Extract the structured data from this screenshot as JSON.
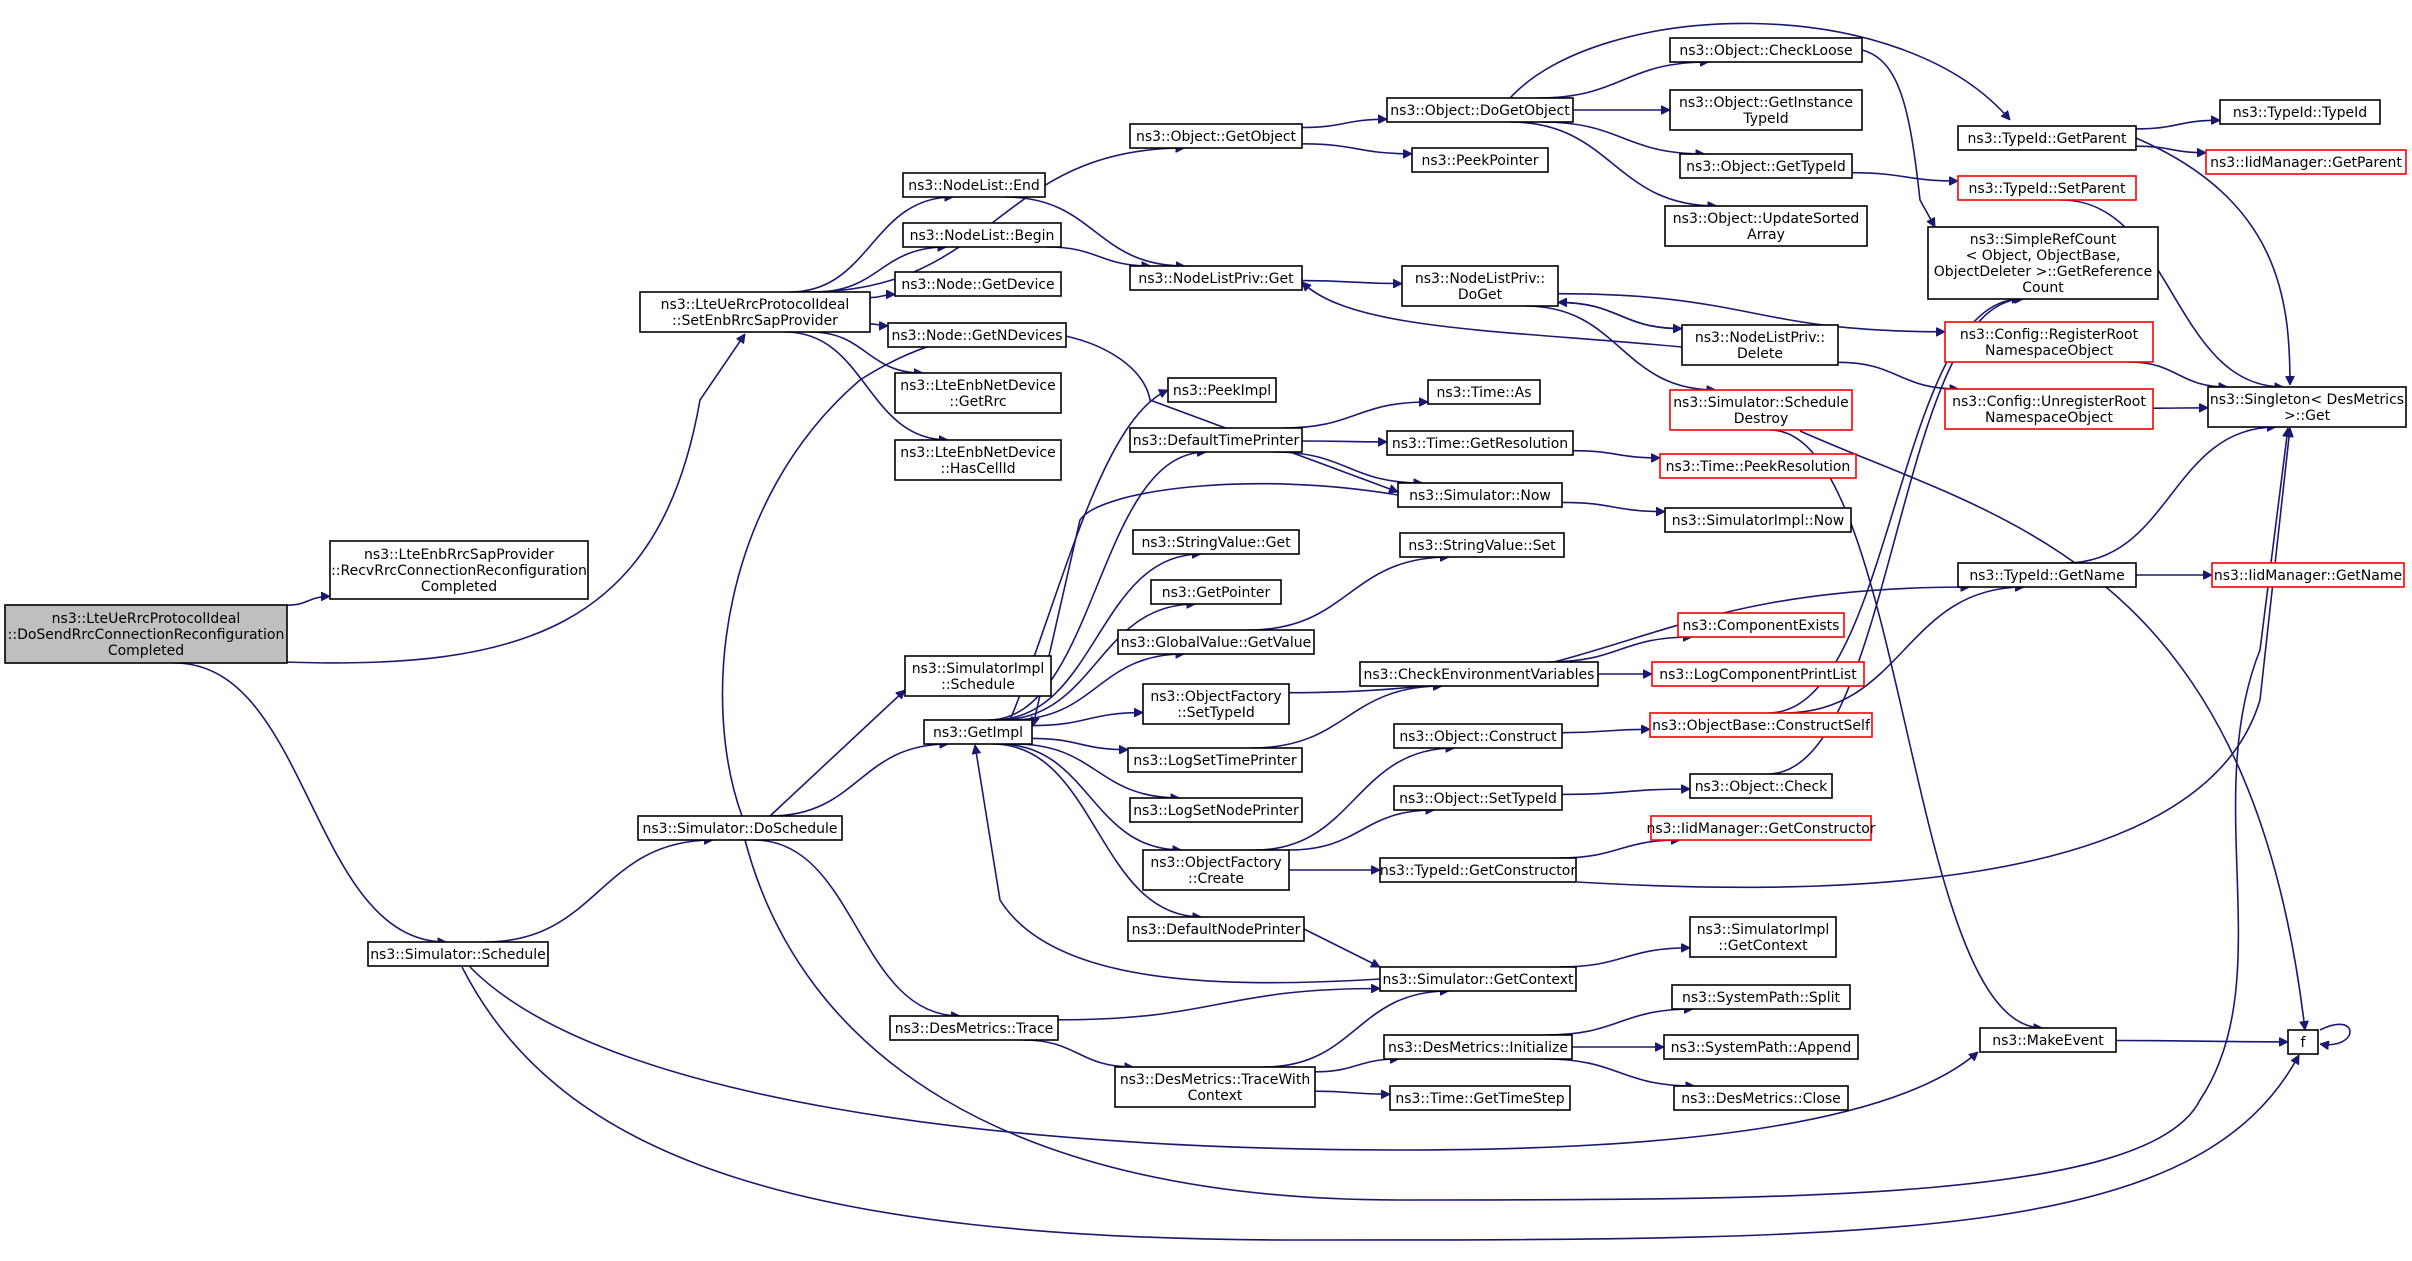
{
  "colors": {
    "edge": "#191970",
    "red_border": "#ff0000",
    "root_fill": "#bfbfbf"
  },
  "nodes": [
    {
      "id": "root",
      "lines": [
        "ns3::LteUeRrcProtocolIdeal",
        "::DoSendRrcConnectionReconfiguration",
        "Completed"
      ],
      "style": "root"
    },
    {
      "id": "recv",
      "lines": [
        "ns3::LteEnbRrcSapProvider",
        "::RecvRrcConnectionReconfiguration",
        "Completed"
      ]
    },
    {
      "id": "setEnb",
      "lines": [
        "ns3::LteUeRrcProtocolIdeal",
        "::SetEnbRrcSapProvider"
      ]
    },
    {
      "id": "schedule",
      "lines": [
        "ns3::Simulator::Schedule"
      ]
    },
    {
      "id": "doschedule",
      "lines": [
        "ns3::Simulator::DoSchedule"
      ]
    },
    {
      "id": "getobject",
      "lines": [
        "ns3::Object::GetObject"
      ]
    },
    {
      "id": "nl_end",
      "lines": [
        "ns3::NodeList::End"
      ]
    },
    {
      "id": "nl_begin",
      "lines": [
        "ns3::NodeList::Begin"
      ]
    },
    {
      "id": "node_getdevice",
      "lines": [
        "ns3::Node::GetDevice"
      ]
    },
    {
      "id": "node_getndev",
      "lines": [
        "ns3::Node::GetNDevices"
      ]
    },
    {
      "id": "lte_getrrc",
      "lines": [
        "ns3::LteEnbNetDevice",
        "::GetRrc"
      ]
    },
    {
      "id": "lte_hascell",
      "lines": [
        "ns3::LteEnbNetDevice",
        "::HasCellId"
      ]
    },
    {
      "id": "simimpl_schedule",
      "lines": [
        "ns3::SimulatorImpl",
        "::Schedule"
      ]
    },
    {
      "id": "getimpl",
      "lines": [
        "ns3::GetImpl"
      ]
    },
    {
      "id": "desm_trace",
      "lines": [
        "ns3::DesMetrics::Trace"
      ]
    },
    {
      "id": "doget_object",
      "lines": [
        "ns3::Object::DoGetObject"
      ]
    },
    {
      "id": "peekpointer",
      "lines": [
        "ns3::PeekPointer"
      ]
    },
    {
      "id": "nlp_get",
      "lines": [
        "ns3::NodeListPriv::Get"
      ]
    },
    {
      "id": "peekimpl",
      "lines": [
        "ns3::PeekImpl"
      ]
    },
    {
      "id": "deftimeprinter",
      "lines": [
        "ns3::DefaultTimePrinter"
      ]
    },
    {
      "id": "strval_get",
      "lines": [
        "ns3::StringValue::Get"
      ]
    },
    {
      "id": "getpointer",
      "lines": [
        "ns3::GetPointer"
      ]
    },
    {
      "id": "gv_getvalue",
      "lines": [
        "ns3::GlobalValue::GetValue"
      ]
    },
    {
      "id": "of_settypeid",
      "lines": [
        "ns3::ObjectFactory",
        "::SetTypeId"
      ]
    },
    {
      "id": "logsettime",
      "lines": [
        "ns3::LogSetTimePrinter"
      ]
    },
    {
      "id": "logsetnode",
      "lines": [
        "ns3::LogSetNodePrinter"
      ]
    },
    {
      "id": "of_create",
      "lines": [
        "ns3::ObjectFactory",
        "::Create"
      ]
    },
    {
      "id": "defnodeprinter",
      "lines": [
        "ns3::DefaultNodePrinter"
      ]
    },
    {
      "id": "desm_tracectx",
      "lines": [
        "ns3::DesMetrics::TraceWith",
        "Context"
      ]
    },
    {
      "id": "checkloose",
      "lines": [
        "ns3::Object::CheckLoose"
      ]
    },
    {
      "id": "getinsttypeid",
      "lines": [
        "ns3::Object::GetInstance",
        "TypeId"
      ]
    },
    {
      "id": "obj_gettypeid",
      "lines": [
        "ns3::Object::GetTypeId"
      ]
    },
    {
      "id": "updatesorted",
      "lines": [
        "ns3::Object::UpdateSorted",
        "Array"
      ]
    },
    {
      "id": "nlp_doget",
      "lines": [
        "ns3::NodeListPriv::",
        "DoGet"
      ]
    },
    {
      "id": "nlp_delete",
      "lines": [
        "ns3::NodeListPriv::",
        "Delete"
      ]
    },
    {
      "id": "sim_schedule_destroy",
      "lines": [
        "ns3::Simulator::Schedule",
        "Destroy"
      ],
      "style": "red"
    },
    {
      "id": "time_as",
      "lines": [
        "ns3::Time::As"
      ]
    },
    {
      "id": "time_getres",
      "lines": [
        "ns3::Time::GetResolution"
      ]
    },
    {
      "id": "sim_now",
      "lines": [
        "ns3::Simulator::Now"
      ]
    },
    {
      "id": "strval_set",
      "lines": [
        "ns3::StringValue::Set"
      ]
    },
    {
      "id": "check_env",
      "lines": [
        "ns3::CheckEnvironmentVariables"
      ]
    },
    {
      "id": "obj_construct",
      "lines": [
        "ns3::Object::Construct"
      ]
    },
    {
      "id": "obj_settypeid",
      "lines": [
        "ns3::Object::SetTypeId"
      ]
    },
    {
      "id": "typeid_getctor",
      "lines": [
        "ns3::TypeId::GetConstructor"
      ]
    },
    {
      "id": "sim_getctx",
      "lines": [
        "ns3::Simulator::GetContext"
      ]
    },
    {
      "id": "desm_init",
      "lines": [
        "ns3::DesMetrics::Initialize"
      ]
    },
    {
      "id": "time_gettimestep",
      "lines": [
        "ns3::Time::GetTimeStep"
      ]
    },
    {
      "id": "time_peekres",
      "lines": [
        "ns3::Time::PeekResolution"
      ],
      "style": "red"
    },
    {
      "id": "simimpl_now",
      "lines": [
        "ns3::SimulatorImpl::Now"
      ]
    },
    {
      "id": "component_exists",
      "lines": [
        "ns3::ComponentExists"
      ],
      "style": "red"
    },
    {
      "id": "log_comp_print",
      "lines": [
        "ns3::LogComponentPrintList"
      ],
      "style": "red"
    },
    {
      "id": "objbase_constructself",
      "lines": [
        "ns3::ObjectBase::ConstructSelf"
      ],
      "style": "red"
    },
    {
      "id": "obj_check",
      "lines": [
        "ns3::Object::Check"
      ]
    },
    {
      "id": "iid_getctor",
      "lines": [
        "ns3::IidManager::GetConstructor"
      ],
      "style": "red"
    },
    {
      "id": "simimpl_getctx",
      "lines": [
        "ns3::SimulatorImpl",
        "::GetContext"
      ]
    },
    {
      "id": "sp_split",
      "lines": [
        "ns3::SystemPath::Split"
      ]
    },
    {
      "id": "sp_append",
      "lines": [
        "ns3::SystemPath::Append"
      ]
    },
    {
      "id": "desm_close",
      "lines": [
        "ns3::DesMetrics::Close"
      ]
    },
    {
      "id": "typeid_getparent",
      "lines": [
        "ns3::TypeId::GetParent"
      ]
    },
    {
      "id": "typeid_setparent",
      "lines": [
        "ns3::TypeId::SetParent"
      ],
      "style": "red"
    },
    {
      "id": "simplerefcount",
      "lines": [
        "ns3::SimpleRefCount",
        "< Object, ObjectBase,",
        "ObjectDeleter >::GetReference",
        "Count"
      ]
    },
    {
      "id": "cfg_register",
      "lines": [
        "ns3::Config::RegisterRoot",
        "NamespaceObject"
      ],
      "style": "red"
    },
    {
      "id": "cfg_unregister",
      "lines": [
        "ns3::Config::UnregisterRoot",
        "NamespaceObject"
      ],
      "style": "red"
    },
    {
      "id": "typeid_getname",
      "lines": [
        "ns3::TypeId::GetName"
      ]
    },
    {
      "id": "makeevent",
      "lines": [
        "ns3::MakeEvent"
      ]
    },
    {
      "id": "typeid_typeid",
      "lines": [
        "ns3::TypeId::TypeId"
      ]
    },
    {
      "id": "iid_getparent",
      "lines": [
        "ns3::IidManager::GetParent"
      ],
      "style": "red"
    },
    {
      "id": "singleton_get",
      "lines": [
        "ns3::Singleton< DesMetrics",
        ">::Get"
      ]
    },
    {
      "id": "iid_getname",
      "lines": [
        "ns3::IidManager::GetName"
      ],
      "style": "red"
    },
    {
      "id": "f",
      "lines": [
        "f"
      ]
    }
  ],
  "edges": [
    [
      "root",
      "recv"
    ],
    [
      "root",
      "setEnb"
    ],
    [
      "root",
      "schedule"
    ],
    [
      "setEnb",
      "getobject"
    ],
    [
      "setEnb",
      "nl_end"
    ],
    [
      "setEnb",
      "nl_begin"
    ],
    [
      "setEnb",
      "node_getdevice"
    ],
    [
      "setEnb",
      "node_getndev"
    ],
    [
      "setEnb",
      "lte_getrrc"
    ],
    [
      "setEnb",
      "lte_hascell"
    ],
    [
      "schedule",
      "doschedule"
    ],
    [
      "schedule",
      "makeevent"
    ],
    [
      "schedule",
      "f"
    ],
    [
      "doschedule",
      "simimpl_schedule"
    ],
    [
      "doschedule",
      "getimpl"
    ],
    [
      "doschedule",
      "desm_trace"
    ],
    [
      "doschedule",
      "sim_now"
    ],
    [
      "doschedule",
      "f"
    ],
    [
      "getobject",
      "doget_object"
    ],
    [
      "getobject",
      "peekpointer"
    ],
    [
      "nl_end",
      "nlp_get"
    ],
    [
      "nl_begin",
      "nlp_get"
    ],
    [
      "nlp_get",
      "nlp_doget"
    ],
    [
      "nlp_doget",
      "nlp_delete"
    ],
    [
      "nlp_doget",
      "sim_schedule_destroy"
    ],
    [
      "nlp_doget",
      "cfg_register"
    ],
    [
      "nlp_delete",
      "nlp_get"
    ],
    [
      "nlp_delete",
      "nlp_doget"
    ],
    [
      "nlp_delete",
      "cfg_unregister"
    ],
    [
      "doget_object",
      "checkloose"
    ],
    [
      "doget_object",
      "getinsttypeid"
    ],
    [
      "doget_object",
      "obj_gettypeid"
    ],
    [
      "doget_object",
      "updatesorted"
    ],
    [
      "doget_object",
      "typeid_getparent"
    ],
    [
      "checkloose",
      "simplerefcount"
    ],
    [
      "obj_gettypeid",
      "typeid_setparent"
    ],
    [
      "getimpl",
      "peekimpl"
    ],
    [
      "getimpl",
      "deftimeprinter"
    ],
    [
      "getimpl",
      "strval_get"
    ],
    [
      "getimpl",
      "getpointer"
    ],
    [
      "getimpl",
      "gv_getvalue"
    ],
    [
      "getimpl",
      "of_settypeid"
    ],
    [
      "getimpl",
      "logsettime"
    ],
    [
      "getimpl",
      "logsetnode"
    ],
    [
      "getimpl",
      "of_create"
    ],
    [
      "getimpl",
      "defnodeprinter"
    ],
    [
      "deftimeprinter",
      "time_as"
    ],
    [
      "deftimeprinter",
      "time_getres"
    ],
    [
      "deftimeprinter",
      "sim_now"
    ],
    [
      "time_getres",
      "time_peekres"
    ],
    [
      "sim_now",
      "simimpl_now"
    ],
    [
      "sim_now",
      "getimpl"
    ],
    [
      "gv_getvalue",
      "strval_set"
    ],
    [
      "of_settypeid",
      "typeid_getname"
    ],
    [
      "logsettime",
      "check_env"
    ],
    [
      "check_env",
      "component_exists"
    ],
    [
      "check_env",
      "log_comp_print"
    ],
    [
      "of_create",
      "obj_construct"
    ],
    [
      "of_create",
      "obj_settypeid"
    ],
    [
      "of_create",
      "typeid_getctor"
    ],
    [
      "obj_construct",
      "objbase_constructself"
    ],
    [
      "obj_settypeid",
      "obj_check"
    ],
    [
      "typeid_getctor",
      "iid_getctor"
    ],
    [
      "typeid_getctor",
      "singleton_get"
    ],
    [
      "defnodeprinter",
      "sim_getctx"
    ],
    [
      "sim_getctx",
      "simimpl_getctx"
    ],
    [
      "sim_getctx",
      "getimpl"
    ],
    [
      "desm_trace",
      "sim_getctx"
    ],
    [
      "desm_trace",
      "desm_tracectx"
    ],
    [
      "desm_tracectx",
      "sim_getctx"
    ],
    [
      "desm_tracectx",
      "desm_init"
    ],
    [
      "desm_tracectx",
      "time_gettimestep"
    ],
    [
      "desm_init",
      "sp_split"
    ],
    [
      "desm_init",
      "sp_append"
    ],
    [
      "desm_init",
      "desm_close"
    ],
    [
      "objbase_constructself",
      "simplerefcount"
    ],
    [
      "objbase_constructself",
      "typeid_getname"
    ],
    [
      "obj_check",
      "simplerefcount"
    ],
    [
      "typeid_getparent",
      "typeid_typeid"
    ],
    [
      "typeid_getparent",
      "iid_getparent"
    ],
    [
      "typeid_getparent",
      "singleton_get"
    ],
    [
      "typeid_setparent",
      "singleton_get"
    ],
    [
      "cfg_register",
      "singleton_get"
    ],
    [
      "cfg_unregister",
      "singleton_get"
    ],
    [
      "typeid_getname",
      "singleton_get"
    ],
    [
      "typeid_getname",
      "iid_getname"
    ],
    [
      "sim_schedule_destroy",
      "makeevent"
    ],
    [
      "sim_schedule_destroy",
      "f"
    ],
    [
      "makeevent",
      "f"
    ],
    [
      "f",
      "f"
    ]
  ]
}
